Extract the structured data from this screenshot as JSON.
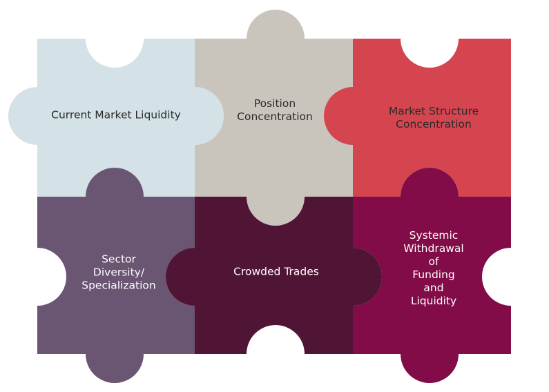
{
  "pieces": [
    {
      "id": "current-market-liquidity",
      "label": "Current Market Liquidity",
      "fill": "#d4e2e8",
      "text_color": "#2b2b2b"
    },
    {
      "id": "position-concentration",
      "label": "Position\nConcentration",
      "fill": "#cac5bc",
      "text_color": "#2b2b2b"
    },
    {
      "id": "market-structure-concentration",
      "label": "Market Structure Concentration",
      "fill": "#d5454f",
      "text_color": "#2b2b2b"
    },
    {
      "id": "sector-diversity-specialization",
      "label": "Sector\nDiversity/\nSpecialization",
      "fill": "#6a5572",
      "text_color": "#ffffff"
    },
    {
      "id": "crowded-trades",
      "label": "Crowded Trades",
      "fill": "#501535",
      "text_color": "#ffffff"
    },
    {
      "id": "systemic-withdrawal-of-funding-and-liquidity",
      "label": "Systemic\nWithdrawal\nof\nFunding\nand\nLiquidity",
      "fill": "#810c47",
      "text_color": "#ffffff"
    }
  ]
}
